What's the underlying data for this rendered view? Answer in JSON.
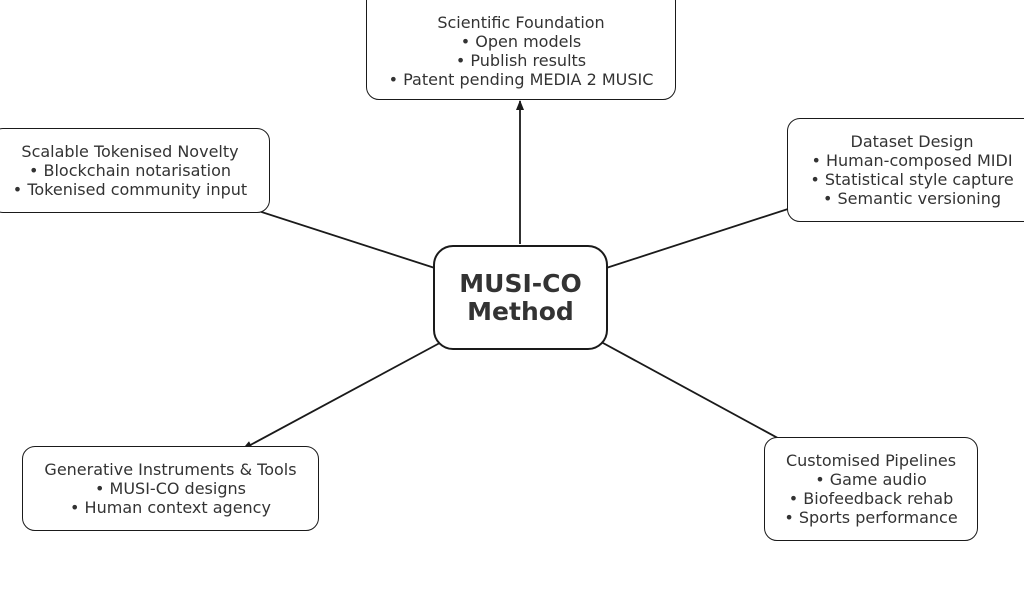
{
  "center": {
    "lines": [
      "MUSI-CO",
      "Method"
    ]
  },
  "nodes": {
    "scientific": {
      "title": "Scientific Foundation",
      "bullets": [
        "• Open models",
        "• Publish results",
        "• Patent pending MEDIA 2 MUSIC"
      ]
    },
    "scalable": {
      "title": "Scalable Tokenised Novelty",
      "bullets": [
        "• Blockchain notarisation",
        "• Tokenised community input"
      ]
    },
    "dataset": {
      "title": "Dataset Design",
      "bullets": [
        "• Human-composed MIDI",
        "• Statistical style capture",
        "• Semantic versioning"
      ]
    },
    "generative": {
      "title": "Generative Instruments & Tools",
      "bullets": [
        "• MUSI-CO designs",
        "• Human context agency"
      ]
    },
    "pipelines": {
      "title": "Customised Pipelines",
      "bullets": [
        "• Game audio",
        "• Biofeedback rehab",
        "• Sports performance"
      ]
    }
  },
  "colors": {
    "stroke": "#1a1a1a",
    "text": "#333333",
    "background": "#ffffff"
  }
}
